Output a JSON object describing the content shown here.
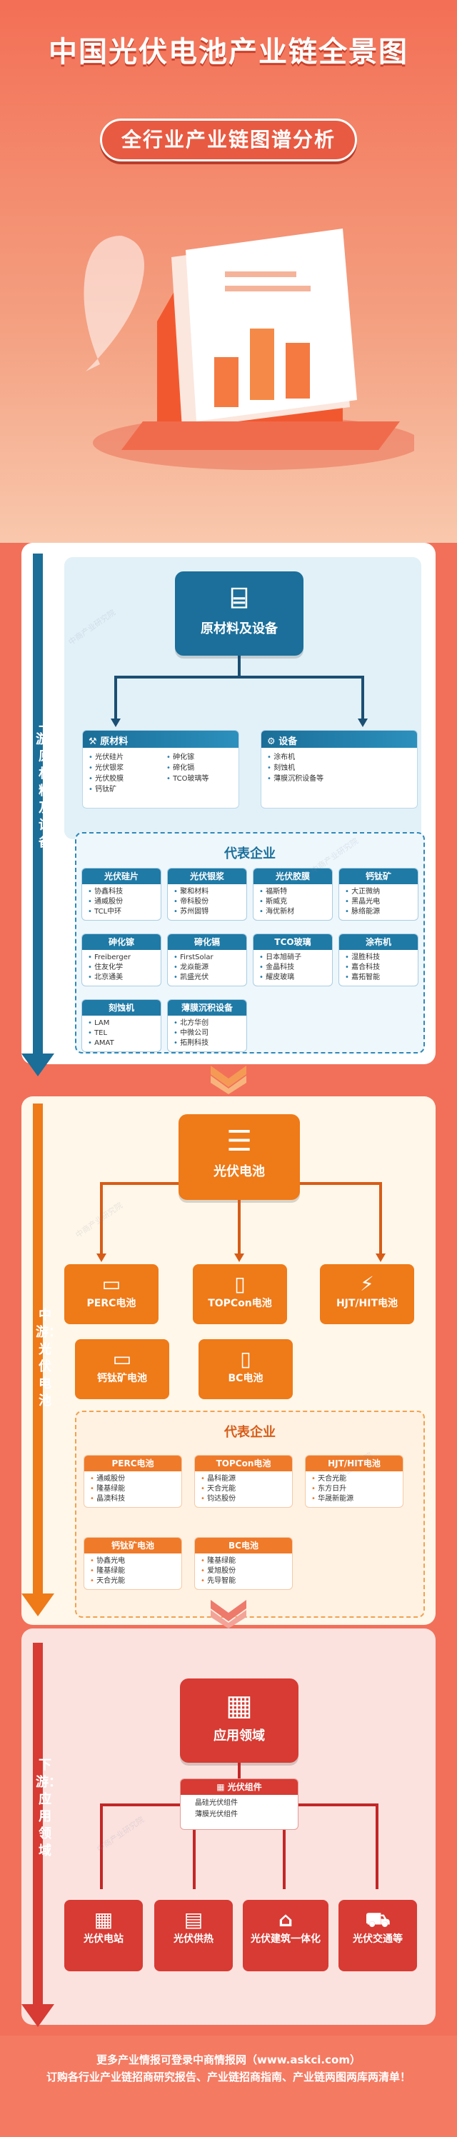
{
  "header": {
    "title": "中国光伏电池产业链全景图",
    "subtitle": "全行业产业链图谱分析"
  },
  "colors": {
    "blue": "#1a6e98",
    "orange": "#ef7a2a",
    "red": "#d73b33",
    "coral": "#f36f55"
  },
  "upstream": {
    "label": "上游：原材料及设备",
    "hub": "原材料及设备",
    "materials": {
      "title": "原材料",
      "left": [
        "光伏硅片",
        "光伏银浆",
        "光伏胶膜",
        "钙钛矿"
      ],
      "right": [
        "砷化镓",
        "碲化镉",
        "TCO玻璃等"
      ]
    },
    "equipment": {
      "title": "设备",
      "items": [
        "涂布机",
        "刻蚀机",
        "薄膜沉积设备等"
      ]
    },
    "reps_title": "代表企业",
    "reps": [
      {
        "name": "光伏硅片",
        "items": [
          "协鑫科技",
          "通威股份",
          "TCL中环"
        ]
      },
      {
        "name": "光伏银浆",
        "items": [
          "聚和材料",
          "帝科股份",
          "苏州固锝"
        ]
      },
      {
        "name": "光伏胶膜",
        "items": [
          "福斯特",
          "斯威克",
          "海优新材"
        ]
      },
      {
        "name": "钙钛矿",
        "items": [
          "大正微纳",
          "黑晶光电",
          "脉络能源"
        ]
      },
      {
        "name": "砷化镓",
        "items": [
          "Freiberger",
          "住友化学",
          "北京通美"
        ]
      },
      {
        "name": "碲化镉",
        "items": [
          "FirstSolar",
          "龙焱能源",
          "凯盛光伏"
        ]
      },
      {
        "name": "TCO玻璃",
        "items": [
          "日本旭硝子",
          "金晶科技",
          "耀皮玻璃"
        ]
      },
      {
        "name": "涂布机",
        "items": [
          "湿胜科技",
          "嘉合科技",
          "嘉拓智能"
        ]
      },
      {
        "name": "刻蚀机",
        "items": [
          "LAM",
          "TEL",
          "AMAT"
        ]
      },
      {
        "name": "薄膜沉积设备",
        "items": [
          "北方华创",
          "中微公司",
          "拓荆科技"
        ]
      }
    ]
  },
  "midstream": {
    "label": "中游：光伏电池",
    "hub": "光伏电池",
    "types": [
      "PERC电池",
      "TOPCon电池",
      "HJT/HIT电池",
      "钙钛矿电池",
      "BC电池"
    ],
    "reps_title": "代表企业",
    "reps": [
      {
        "name": "PERC电池",
        "items": [
          "通威股份",
          "隆基绿能",
          "晶澳科技"
        ]
      },
      {
        "name": "TOPCon电池",
        "items": [
          "晶科能源",
          "天合光能",
          "钧达股份"
        ]
      },
      {
        "name": "HJT/HIT电池",
        "items": [
          "天合光能",
          "东方日升",
          "华晟新能源"
        ]
      },
      {
        "name": "钙钛矿电池",
        "items": [
          "协鑫光电",
          "隆基绿能",
          "天合光能"
        ]
      },
      {
        "name": "BC电池",
        "items": [
          "隆基绿能",
          "爱旭股份",
          "先导智能"
        ]
      }
    ]
  },
  "downstream": {
    "label": "下游：应用领域",
    "hub": "应用领域",
    "module": {
      "title": "光伏组件",
      "items": [
        "晶硅光伏组件",
        "薄膜光伏组件"
      ]
    },
    "apps": [
      "光伏电站",
      "光伏供热",
      "光伏建筑一体化",
      "光伏交通等"
    ]
  },
  "footer": {
    "line1": "更多产业情报可登录中商情报网（www.askci.com）",
    "line2": "订购各行业产业链招商研究报告、产业链招商指南、产业链两图两库两清单！"
  },
  "watermark": "中商产业研究院"
}
